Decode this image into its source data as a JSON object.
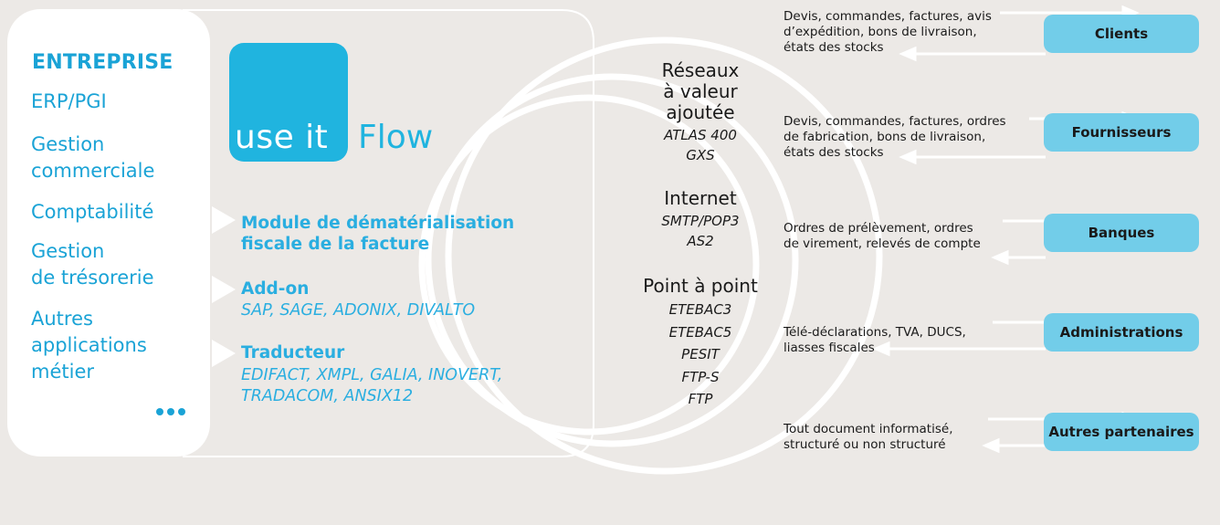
{
  "enterprise": {
    "title": "ENTREPRISE",
    "items": [
      "ERP/PGI",
      "Gestion",
      "commerciale",
      "Comptabilité",
      "Gestion",
      "de trésorerie",
      "Autres",
      "applications",
      "métier"
    ]
  },
  "logo": {
    "use_it": "use it",
    "flow": "Flow"
  },
  "modules": [
    {
      "title_line1": "Module de dématérialisation",
      "title_line2": "fiscale de la facture"
    },
    {
      "title": "Add-on",
      "sub": "SAP, SAGE, ADONIX, DIVALTO"
    },
    {
      "title": "Traducteur",
      "sub_line1": "EDIFACT, XMPL, GALIA, INOVERT,",
      "sub_line2": "TRADACOM, ANSIX12"
    }
  ],
  "networks": {
    "van": {
      "head": [
        "Réseaux",
        "à valeur",
        "ajoutée"
      ],
      "items": [
        "ATLAS 400",
        "GXS"
      ]
    },
    "internet": {
      "head": "Internet",
      "items": [
        "SMTP/POP3",
        "AS2"
      ]
    },
    "p2p": {
      "head": "Point à point",
      "items": [
        "ETEBAC3",
        "ETEBAC5",
        "PESIT",
        "FTP-S",
        "FTP"
      ]
    }
  },
  "partners": [
    {
      "label": "Clients",
      "desc": [
        "Devis, commandes, factures, avis",
        "d’expédition, bons de livraison,",
        "états des stocks"
      ]
    },
    {
      "label": "Fournisseurs",
      "desc": [
        "Devis, commandes, factures, ordres",
        "de fabrication, bons de livraison,",
        "états des stocks"
      ]
    },
    {
      "label": "Banques",
      "desc": [
        "Ordres de prélèvement, ordres",
        "de virement, relevés de compte"
      ]
    },
    {
      "label": "Administrations",
      "desc": [
        "Télé-déclarations, TVA, DUCS,",
        "liasses fiscales"
      ]
    },
    {
      "label": "Autres partenaires",
      "desc": [
        "Tout document informatisé,",
        "structuré ou non structuré"
      ]
    }
  ],
  "colors": {
    "accent": "#1aa3d6",
    "partner_box": "#72cde9",
    "background": "#ece9e6"
  }
}
